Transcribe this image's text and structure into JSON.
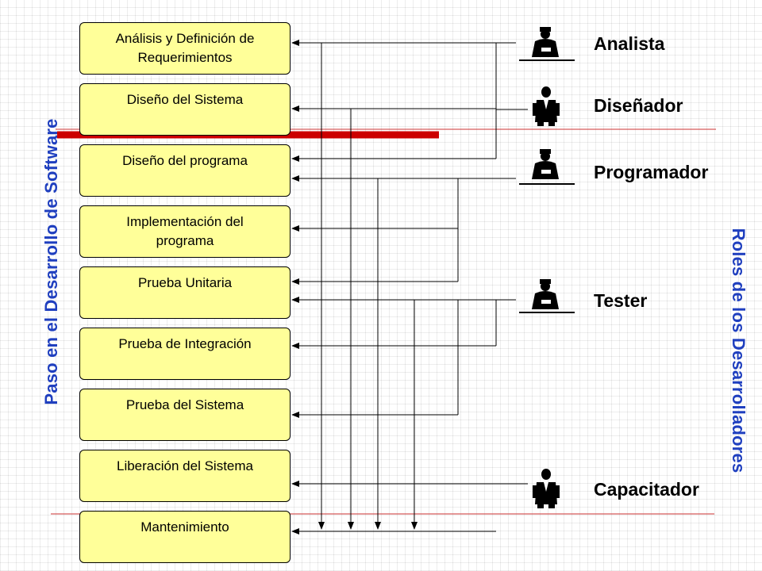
{
  "steps_title": "Paso en el Desarrollo de Software",
  "roles_title": "Roles de los Desarrolladores",
  "steps": [
    {
      "line1": "Análisis y Definición de",
      "line2": "Requerimientos"
    },
    {
      "line1": "Diseño del Sistema",
      "line2": ""
    },
    {
      "line1": "Diseño del programa",
      "line2": ""
    },
    {
      "line1": "Implementación del",
      "line2": "programa"
    },
    {
      "line1": "Prueba Unitaria",
      "line2": ""
    },
    {
      "line1": "Prueba de Integración",
      "line2": ""
    },
    {
      "line1": "Prueba del Sistema",
      "line2": ""
    },
    {
      "line1": "Liberación del Sistema",
      "line2": ""
    },
    {
      "line1": "Mantenimiento",
      "line2": ""
    }
  ],
  "roles": [
    {
      "label": "Analista",
      "icon": "person-at-desk-icon"
    },
    {
      "label": "Diseñador",
      "icon": "person-in-suit-icon"
    },
    {
      "label": "Programador",
      "icon": "person-at-desk-icon"
    },
    {
      "label": "Tester",
      "icon": "person-at-desk-icon"
    },
    {
      "label": "Capacitador",
      "icon": "person-in-suit-icon"
    }
  ],
  "colors": {
    "box_fill": "#ffff99",
    "title_blue": "#1f3fbf",
    "accent_red": "#cc0000",
    "thin_red": "#cc3333"
  }
}
